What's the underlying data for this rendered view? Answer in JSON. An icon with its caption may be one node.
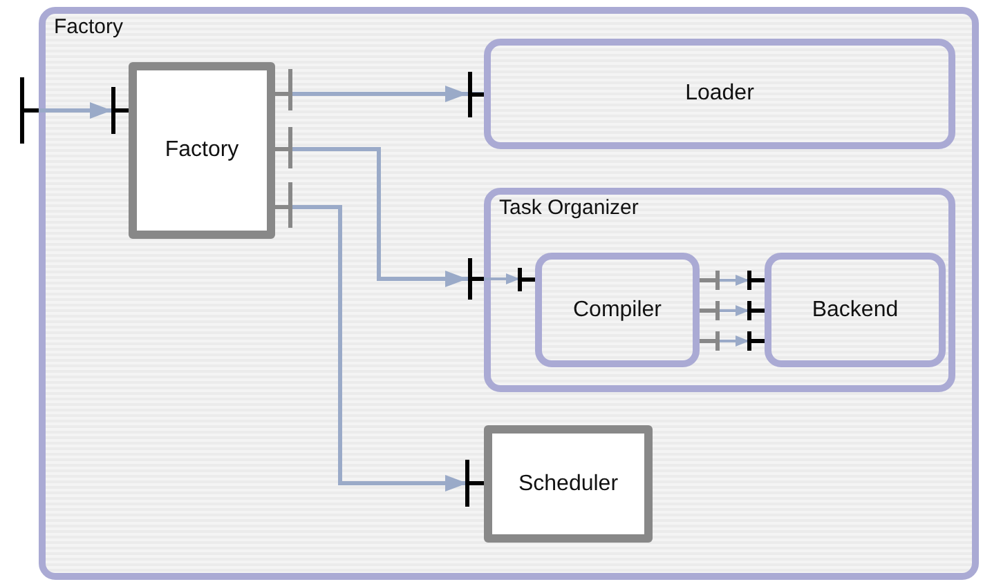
{
  "diagram": {
    "nodes": [
      {
        "text": [
          "Factory"
        ]
      },
      {
        "text": [
          "Factory"
        ],
        "in": 0
      },
      {
        "text": [
          "Loader"
        ],
        "in": 0
      },
      {
        "text": [
          "Task Organizer"
        ],
        "in": 0
      },
      {
        "text": [
          "Compiler"
        ],
        "in": 3
      },
      {
        "text": [
          "Backend"
        ],
        "in": 3
      },
      {
        "text": [
          "Scheduler"
        ],
        "in": 0
      }
    ],
    "edges": [
      {
        "from": 0,
        "to": 1,
        "arrow": "to"
      },
      {
        "from": 1,
        "to": 2,
        "arrow": "to"
      },
      {
        "from": 1,
        "to": 3,
        "arrow": "to"
      },
      {
        "from": 1,
        "to": 6,
        "arrow": "to"
      },
      {
        "from": 3,
        "to": 4,
        "arrow": "to"
      },
      {
        "from": 4,
        "to": 5,
        "arrow": "to"
      },
      {
        "from": 4,
        "to": 5,
        "arrow": "to"
      },
      {
        "from": 4,
        "to": 5,
        "arrow": "to"
      }
    ]
  }
}
